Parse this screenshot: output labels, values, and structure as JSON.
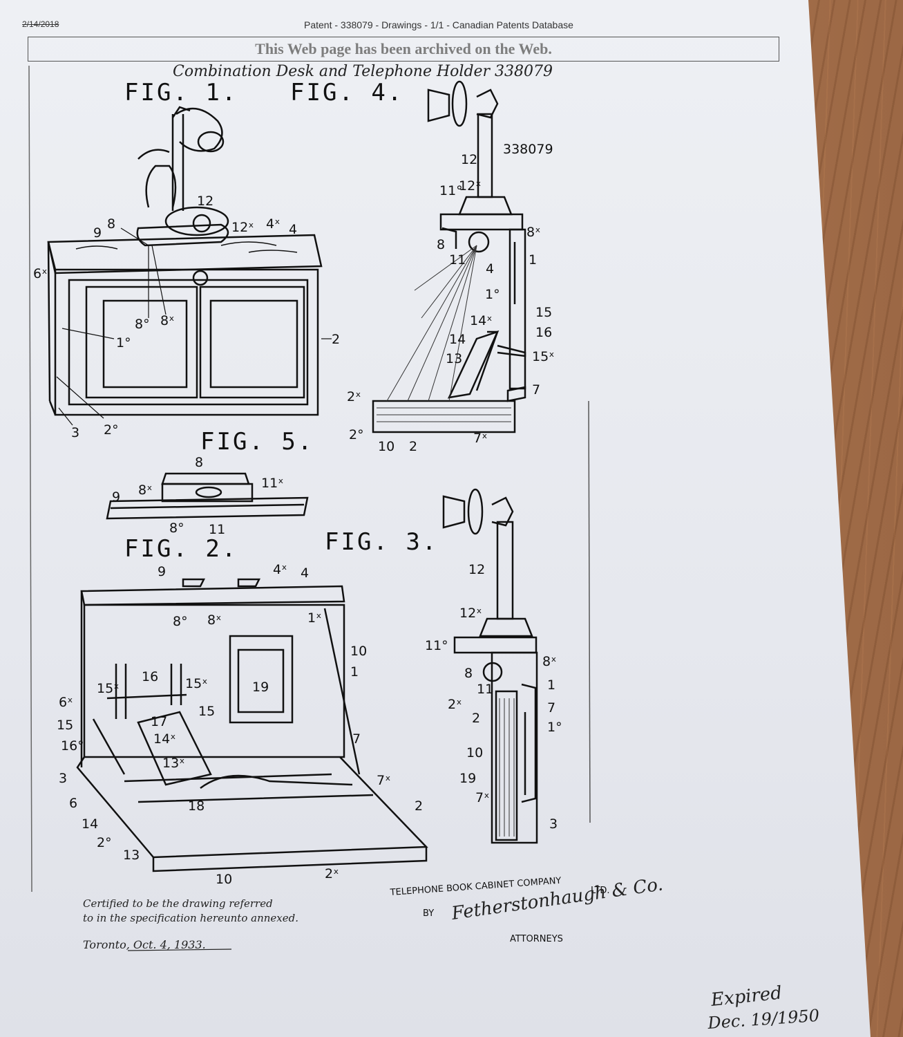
{
  "header": {
    "date": "2/14/2018",
    "title": "Patent - 338079 - Drawings - 1/1 - Canadian Patents Database"
  },
  "archive_banner": "This Web page has been archived on the Web.",
  "handwritten_title": "Combination Desk and Telephone Holder 338079",
  "patent_stamp": "338079",
  "figure_titles": {
    "fig1": "FIG. 1.",
    "fig4": "FIG. 4.",
    "fig5": "FIG. 5.",
    "fig2": "FIG. 2.",
    "fig3": "FIG. 3."
  },
  "certification": {
    "line1": "Certified to be the drawing referred",
    "line2": "to in the specification hereunto annexed.",
    "place_date": "Toronto, Oct. 4, 1933."
  },
  "company": {
    "name": "TELEPHONE BOOK CABINET COMPANY",
    "suffix": "LTD.",
    "by": "BY",
    "signature": "Fetherstonhaugh & Co.",
    "attorneys": "ATTORNEYS"
  },
  "expired_note": {
    "line1": "Expired",
    "line2": "Dec. 19/1950"
  },
  "fig1_labels": {
    "l12": "12",
    "l8": "8",
    "l9": "9",
    "l12x": "12ˣ",
    "l4x": "4ˣ",
    "l4": "4",
    "l6x": "6ˣ",
    "l8o": "8°",
    "l8x": "8ˣ",
    "l1o": "1°",
    "l2": "2",
    "l3": "3",
    "l2o": "2°"
  },
  "fig4_labels": {
    "l12": "12",
    "l11o": "11°",
    "l12x": "12ˣ",
    "l8x": "8ˣ",
    "l8": "8",
    "l11": "11",
    "l4": "4",
    "l1": "1",
    "l1o": "1°",
    "l15": "15",
    "l14x": "14ˣ",
    "l16": "16",
    "l14": "14",
    "l15x": "15ˣ",
    "l13": "13",
    "l7": "7",
    "l2x": "2ˣ",
    "l2o": "2°",
    "l10": "10",
    "l2": "2",
    "l7x": "7ˣ"
  },
  "fig5_labels": {
    "l8": "8",
    "l8x": "8ˣ",
    "l11x": "11ˣ",
    "l9": "9",
    "l8o": "8°",
    "l11": "11"
  },
  "fig2_labels": {
    "l9": "9",
    "l4x": "4ˣ",
    "l4": "4",
    "l8o": "8°",
    "l8x": "8ˣ",
    "l1x": "1ˣ",
    "l10": "10",
    "l1": "1",
    "l16": "16",
    "l15x_a": "15ˣ",
    "l15x_b": "15ˣ",
    "l19": "19",
    "l6x": "6ˣ",
    "l15_a": "15",
    "l17": "17",
    "l15_b": "15",
    "l16o": "16°",
    "l14x": "14ˣ",
    "l7": "7",
    "l3": "3",
    "l13x": "13ˣ",
    "l6": "6",
    "l7x": "7ˣ",
    "l14": "14",
    "l18": "18",
    "l2": "2",
    "l2o": "2°",
    "l13": "13",
    "l10b": "10",
    "l2x": "2ˣ"
  },
  "fig3_labels": {
    "l12": "12",
    "l12x": "12ˣ",
    "l11o": "11°",
    "l8x": "8ˣ",
    "l8": "8",
    "l11": "11",
    "l1": "1",
    "l2x": "2ˣ",
    "l7": "7",
    "l2": "2",
    "l1o": "1°",
    "l10": "10",
    "l19": "19",
    "l7x": "7ˣ",
    "l3": "3"
  }
}
